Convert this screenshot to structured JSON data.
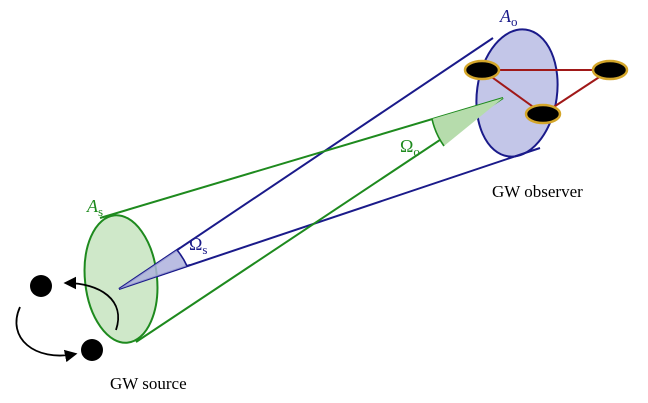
{
  "labels": {
    "source_area": "A",
    "source_area_sub": "s",
    "observer_area": "A",
    "observer_area_sub": "o",
    "source_angle": "Ω",
    "source_angle_sub": "s",
    "observer_angle": "Ω",
    "observer_angle_sub": "o",
    "observer_caption": "GW observer",
    "source_caption": "GW source"
  },
  "colors": {
    "green": "#1e8a1e",
    "green_fill": "#cfe8c9",
    "blue": "#1a1a8a",
    "blue_fill": "#c3c6e8",
    "red": "#a01818",
    "node_ring": "#d4a62a",
    "black": "#000000"
  }
}
